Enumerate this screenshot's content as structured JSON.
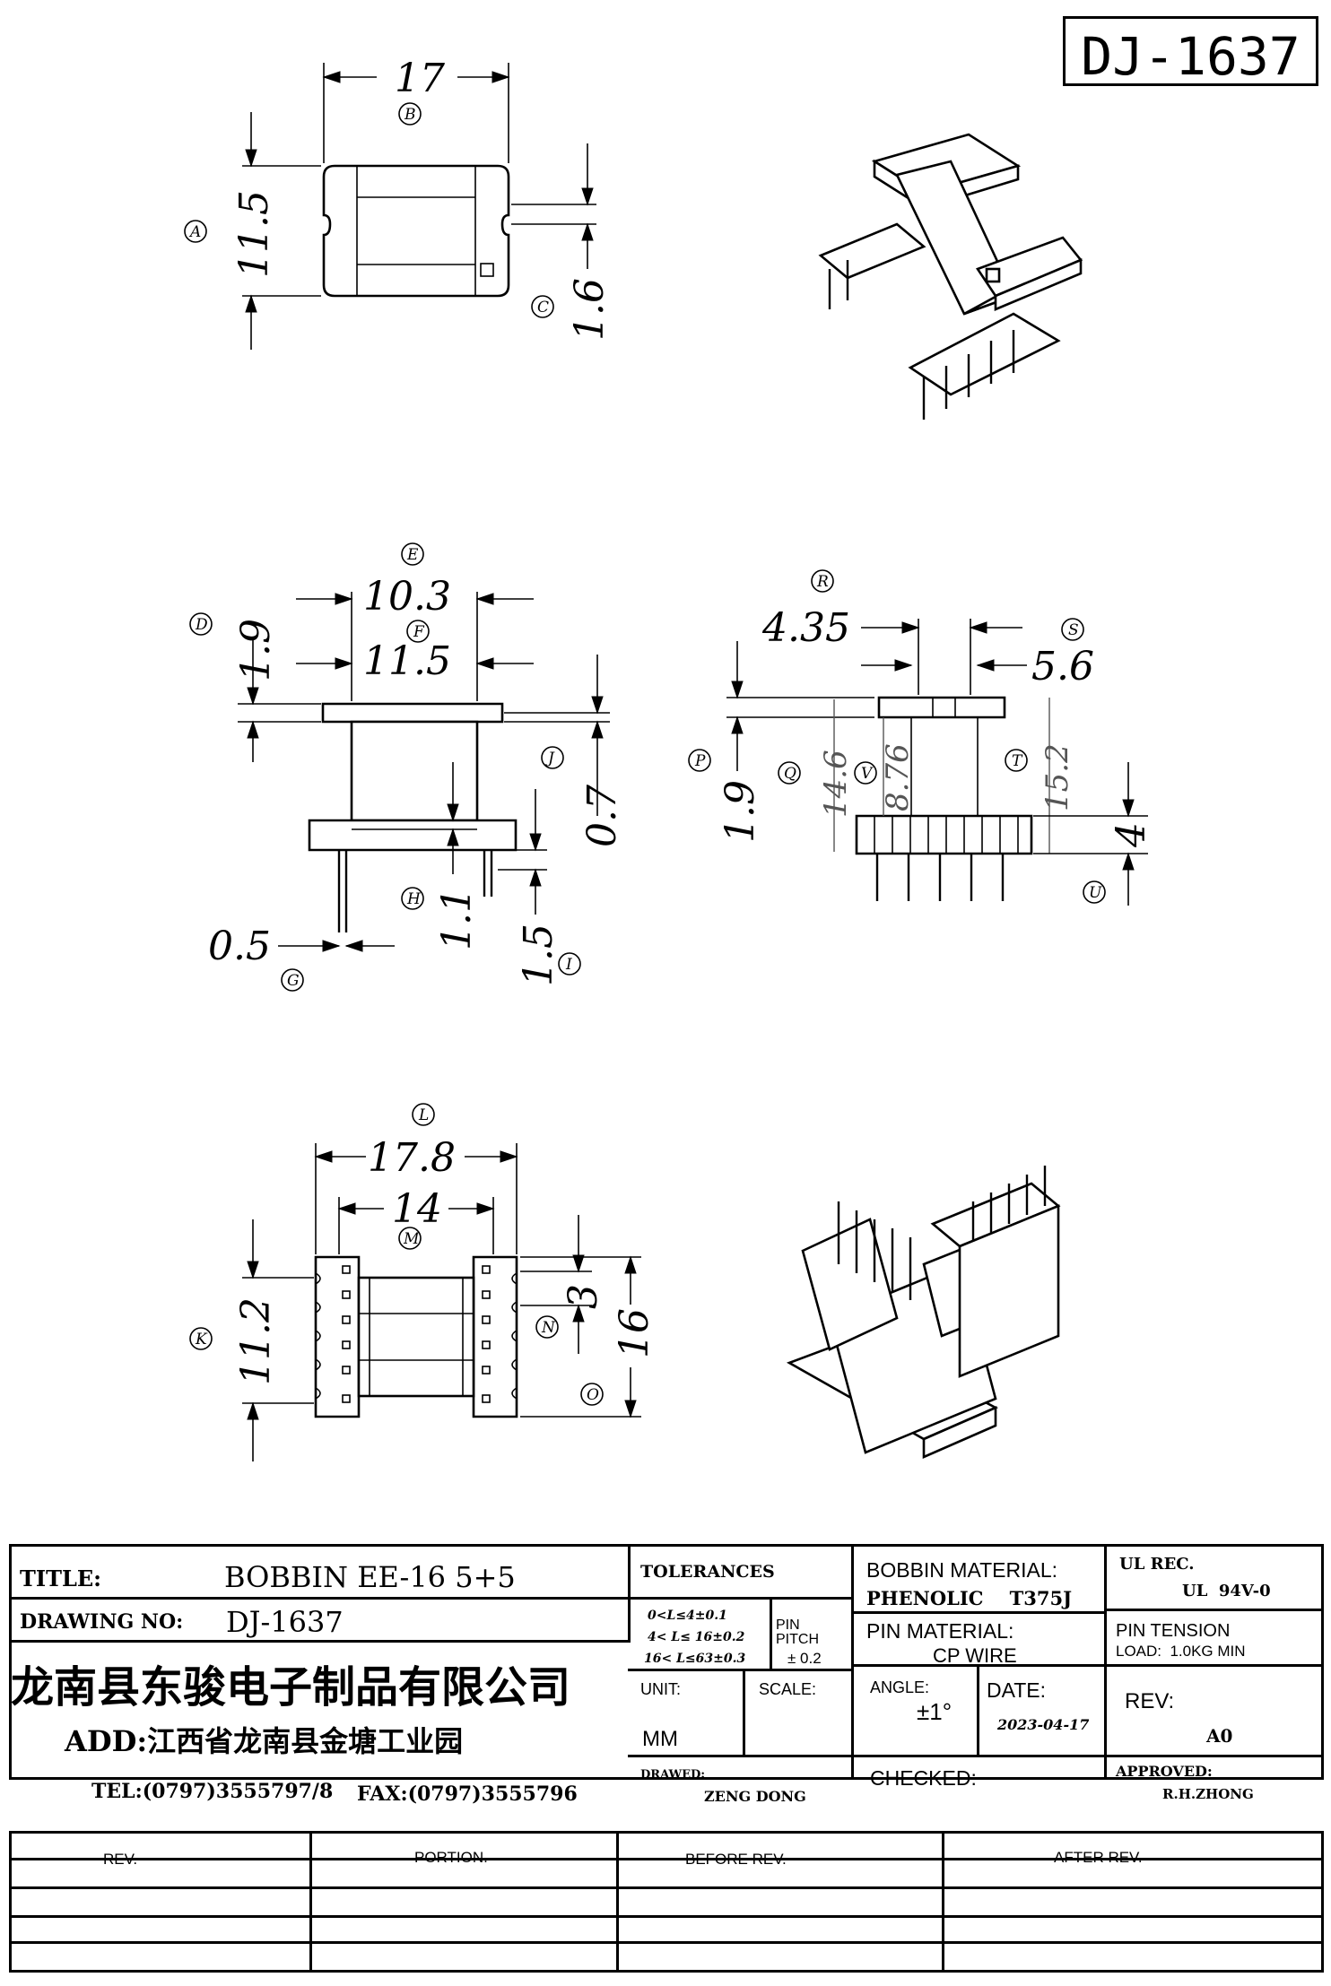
{
  "drawing_number_box": "DJ-1637",
  "top_view": {
    "dims": {
      "width": "17",
      "height": "11.5",
      "pin_offset": "1.6"
    },
    "balloons": {
      "width": "B",
      "height": "A",
      "pin_offset": "C"
    }
  },
  "front_view": {
    "dims": {
      "flange_outer": "10.3",
      "flange_inner": "11.5",
      "flange_thick": "1.9",
      "j_dim": "0.7",
      "h_dim": "1.1",
      "i_dim": "1.5",
      "pin_dia": "0.5"
    },
    "balloons": {
      "flange_outer": "E",
      "flange_inner": "F",
      "flange_thick": "D",
      "j_dim": "J",
      "h_dim": "H",
      "i_dim": "I",
      "pin_dia": "G"
    }
  },
  "side_view": {
    "dims": {
      "r_dim": "4.35",
      "s_dim": "5.6",
      "p_dim": "1.9",
      "q_dim": "14.6",
      "v_dim": "8.76",
      "t_dim": "15.2",
      "u_dim": "4"
    },
    "balloons": {
      "r_dim": "R",
      "s_dim": "S",
      "p_dim": "P",
      "q_dim": "Q",
      "v_dim": "V",
      "t_dim": "T",
      "u_dim": "U"
    }
  },
  "bottom_view": {
    "dims": {
      "overall": "17.8",
      "inner": "14",
      "k_dim": "11.2",
      "n_dim": "3",
      "o_dim": "16"
    },
    "balloons": {
      "overall": "L",
      "inner": "M",
      "k_dim": "K",
      "n_dim": "N",
      "o_dim": "O"
    }
  },
  "title_block": {
    "title_label": "TITLE:",
    "title_value": "BOBBIN EE-16 5+5",
    "drawing_no_label": "DRAWING NO:",
    "drawing_no_value": "DJ-1637",
    "company_name": "龙南县东骏电子制品有限公司",
    "address": "ADD:江西省龙南县金塘工业园",
    "tel": "TEL:(0797)3555797/8",
    "fax": "FAX:(0797)3555796",
    "tolerances_label": "TOLERANCES",
    "tolerance_lines": [
      "0<L≤4±0.1",
      "4< L≤ 16±0.2",
      "16< L≤63±0.3"
    ],
    "pin_pitch_label": "PIN PITCH",
    "pin_pitch_value": "± 0.2",
    "bobbin_material_label": "BOBBIN MATERIAL:",
    "bobbin_material_value": "PHENOLIC    T375J",
    "ul_rec_label": "UL REC.",
    "ul_rec_value": "UL  94V-0",
    "pin_material_label": "PIN MATERIAL:",
    "pin_material_value": "CP WIRE",
    "pin_tension_label": "PIN TENSION",
    "pin_tension_load": "LOAD:  1.0KG MIN",
    "unit_label": "UNIT:",
    "unit_value": "MM",
    "scale_label": "SCALE:",
    "angle_label": "ANGLE:",
    "angle_value": "±1°",
    "date_label": "DATE:",
    "date_value": "2023-04-17",
    "rev_label": "REV:",
    "rev_value": "A0",
    "drawn_label": "DRAWED:",
    "drawn_value": "ZENG DONG",
    "checked_label": "CHECKED:",
    "approved_label": "APPROVED:",
    "approved_value": "R.H.ZHONG"
  },
  "revision_table": {
    "headers": [
      "REV.",
      "PORTION.",
      "BEFORE REV.",
      "AFTER REV."
    ]
  }
}
